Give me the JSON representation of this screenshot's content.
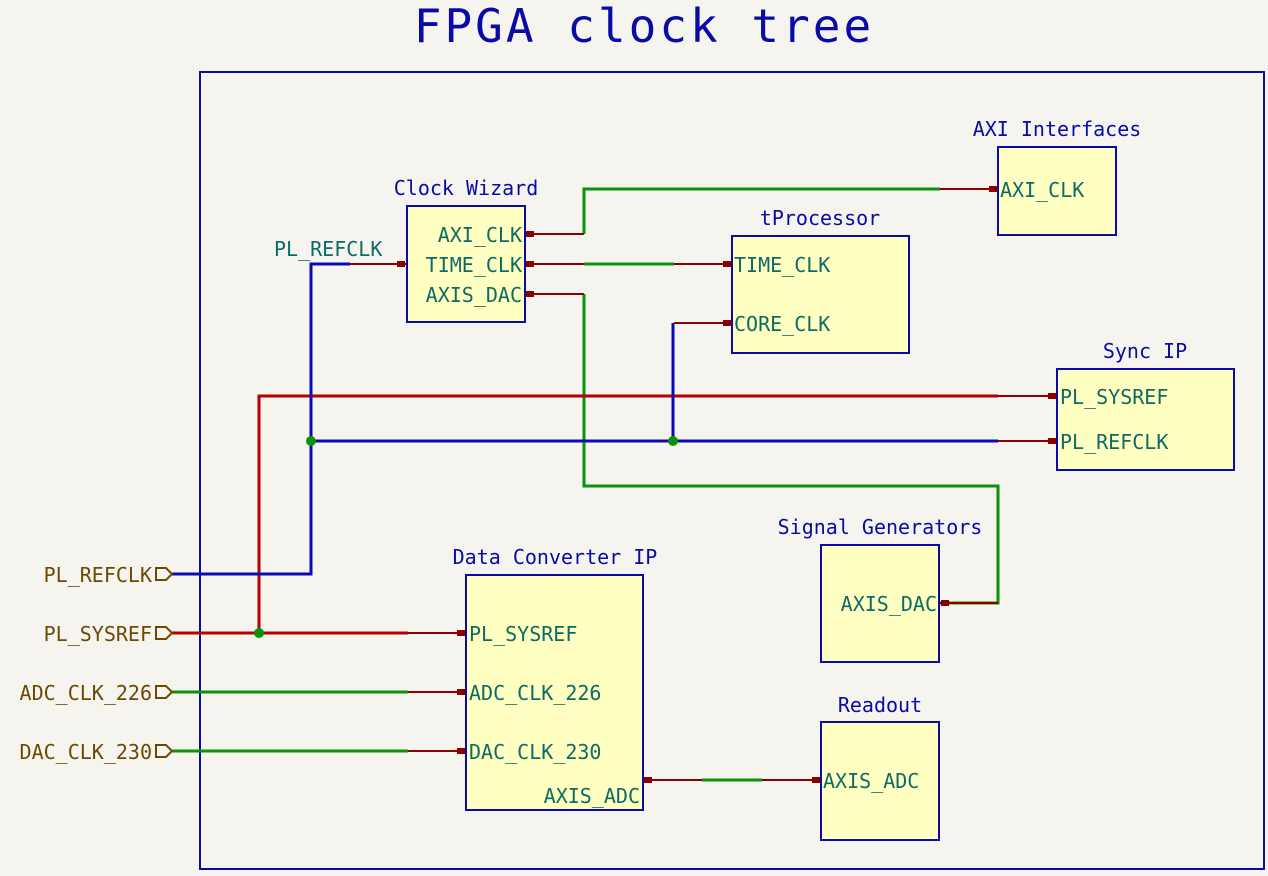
{
  "title": "FPGA clock tree",
  "ports": [
    {
      "label": "PL_REFCLK"
    },
    {
      "label": "PL_SYSREF"
    },
    {
      "label": "ADC_CLK_226"
    },
    {
      "label": "DAC_CLK_230"
    }
  ],
  "net_labels": [
    {
      "label": "PL_REFCLK"
    }
  ],
  "blocks": {
    "clock_wizard": {
      "title": "Clock Wizard",
      "pins": [
        "AXI_CLK",
        "TIME_CLK",
        "AXIS_DAC"
      ]
    },
    "axi_interfaces": {
      "title": "AXI Interfaces",
      "pins": [
        "AXI_CLK"
      ]
    },
    "tprocessor": {
      "title": "tProcessor",
      "pins": [
        "TIME_CLK",
        "CORE_CLK"
      ]
    },
    "sync_ip": {
      "title": "Sync IP",
      "pins": [
        "PL_SYSREF",
        "PL_REFCLK"
      ]
    },
    "data_converter": {
      "title": "Data Converter IP",
      "pins": [
        "PL_SYSREF",
        "ADC_CLK_226",
        "DAC_CLK_230",
        "AXIS_ADC"
      ]
    },
    "signal_generators": {
      "title": "Signal Generators",
      "pins": [
        "AXIS_DAC"
      ]
    },
    "readout": {
      "title": "Readout",
      "pins": [
        "AXIS_ADC"
      ]
    }
  },
  "colors": {
    "background": "#f5f4ef",
    "block_fill": "#ffffc2",
    "block_border": "#0a0aa6",
    "wire_green": "#0a930a",
    "wire_red": "#b30000",
    "wire_blue": "#0a0ab4",
    "pin_text": "#0d6b66",
    "port_text": "#6b4a00"
  }
}
